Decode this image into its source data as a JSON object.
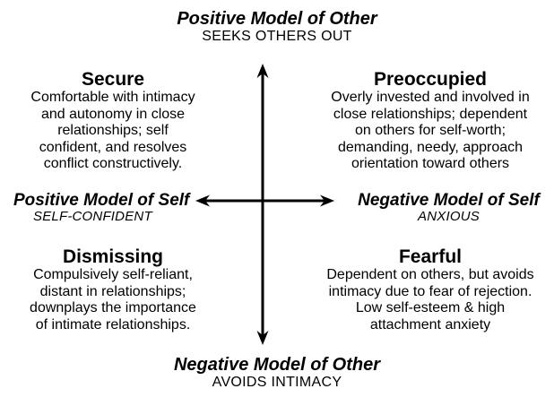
{
  "diagram": {
    "top_axis": {
      "title": "Positive Model of Other",
      "subtitle": "SEEKS OTHERS OUT"
    },
    "bottom_axis": {
      "title": "Negative Model of Other",
      "subtitle": "AVOIDS INTIMACY"
    },
    "left_axis": {
      "title": "Positive Model of Self",
      "subtitle": "SELF-CONFIDENT"
    },
    "right_axis": {
      "title": "Negative Model of Self",
      "subtitle": "ANXIOUS"
    },
    "quadrants": {
      "secure": {
        "title": "Secure",
        "description": "Comfortable with intimacy\nand autonomy in close\nrelationships; self\nconfident, and resolves\nconflict constructively."
      },
      "preoccupied": {
        "title": "Preoccupied",
        "description": "Overly invested and involved in\nclose relationships; dependent\non others for self-worth;\ndemanding, needy, approach\norientation toward others"
      },
      "dismissing": {
        "title": "Dismissing",
        "description": "Compulsively self-reliant,\ndistant in relationships;\ndownplays the importance\nof intimate relationships."
      },
      "fearful": {
        "title": "Fearful",
        "description": "Dependent on others, but avoids\nintimacy due to fear of rejection.\nLow self-esteem & high\nattachment anxiety"
      }
    },
    "icons": {
      "vertical_axis": "double-headed-vertical-arrow",
      "horizontal_axis": "double-headed-horizontal-arrow"
    },
    "colors": {
      "background": "#ffffff",
      "text": "#000000",
      "axis_line": "#000000"
    }
  }
}
